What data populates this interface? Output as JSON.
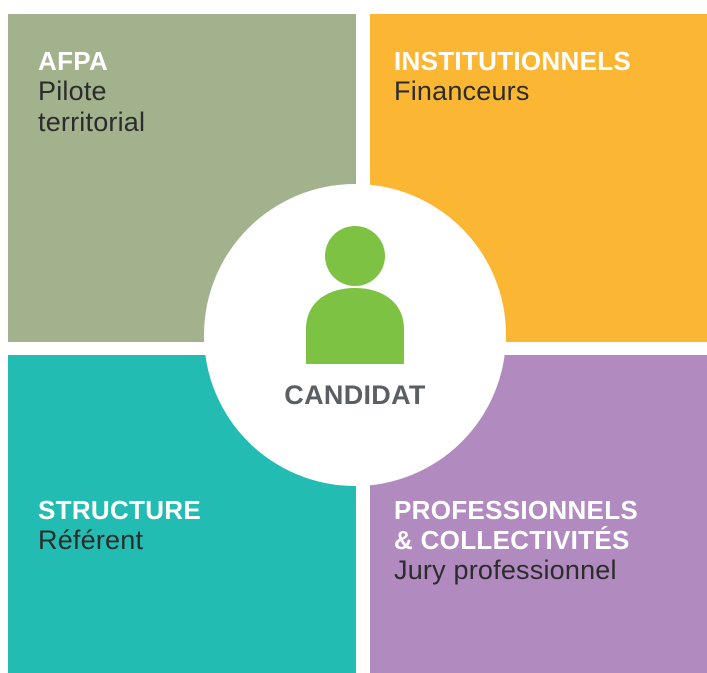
{
  "center": {
    "label": "CANDIDAT",
    "icon": "person-icon",
    "icon_color": "#7dc242",
    "label_color": "#5b5e62"
  },
  "quadrants": {
    "top_left": {
      "title": "AFPA",
      "subtitle_line1": "Pilote",
      "subtitle_line2": "territorial",
      "color": "#a1b28d"
    },
    "top_right": {
      "title": "INSTITUTIONNELS",
      "subtitle_line1": "Financeurs",
      "color": "#fbb733"
    },
    "bottom_left": {
      "title": "STRUCTURE",
      "subtitle_line1": "Référent",
      "color": "#22bcb3"
    },
    "bottom_right": {
      "title_line1": "PROFESSIONNELS",
      "title_line2": "& COLLECTIVITÉS",
      "subtitle_line1": "Jury professionnel",
      "color": "#b18abf"
    }
  }
}
